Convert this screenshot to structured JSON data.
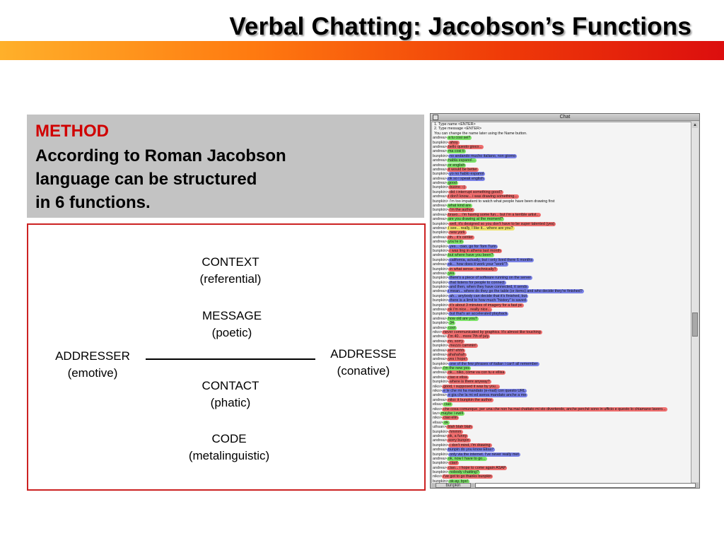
{
  "slide": {
    "title": "Verbal Chatting: Jacobson’s Functions"
  },
  "method": {
    "heading": "METHOD",
    "lines": [
      "According to Roman Jacobson",
      "language can be structured",
      "in 6 functions."
    ]
  },
  "diagram": {
    "context": [
      "CONTEXT",
      "(referential)"
    ],
    "message": [
      "MESSAGE",
      "(poetic)"
    ],
    "addresser": [
      "ADDRESSER",
      "(emotive)"
    ],
    "addresse": [
      "ADDRESSE",
      "(conative)"
    ],
    "contact": [
      "CONTACT",
      "(phatic)"
    ],
    "code": [
      "CODE",
      "(metalinguistic)"
    ]
  },
  "chat_window": {
    "title": "Chat",
    "name_button": "bunpkin",
    "input_value": "",
    "colors": {
      "green": "#7ee36a",
      "red": "#ef6e6e",
      "blue": "#7a82e8",
      "yellow": "#eee36a"
    },
    "messages": [
      {
        "user": "",
        "text": "1. Type name <ENTER>",
        "color": ""
      },
      {
        "user": "",
        "text": "2. Type message <ENTER>",
        "color": ""
      },
      {
        "user": "",
        "text": "You can change the name later using the Name button.",
        "color": ""
      },
      {
        "user": "andrea>",
        "text": "a tu cosi sei?",
        "color": "green"
      },
      {
        "user": "bunpkin>",
        "text": "ahoy",
        "color": "red"
      },
      {
        "user": "andrea>",
        "text": "bello questo gioco...",
        "color": "red"
      },
      {
        "user": "andrea>",
        "text": "ma cosi ti",
        "color": "green"
      },
      {
        "user": "bunpkin>",
        "text": "no andando mucho italiano, non giorno",
        "color": "blue"
      },
      {
        "user": "andrea>",
        "text": "habla espanol...",
        "color": "green"
      },
      {
        "user": "andrea>",
        "text": "or english",
        "color": "green"
      },
      {
        "user": "andrea>",
        "text": "it would be better",
        "color": "red"
      },
      {
        "user": "bunpkin>",
        "text": "yo no hablo espanol",
        "color": "blue"
      },
      {
        "user": "andrea>",
        "text": "ok so i speak english",
        "color": "blue"
      },
      {
        "user": "andrea>",
        "text": "good",
        "color": "green"
      },
      {
        "user": "bunpkin>",
        "text": "buono :-)",
        "color": "red"
      },
      {
        "user": "bunpkin>",
        "text": "did i interrupt something good?",
        "color": "red"
      },
      {
        "user": "andrea>",
        "text": "I don't know... i was drawing something...",
        "color": "red"
      },
      {
        "user": "bunpkin>",
        "text": "i'm too impatient to watch what people have been drawing first",
        "color": ""
      },
      {
        "user": "andrea>",
        "text": "what kind are",
        "color": "green"
      },
      {
        "user": "bunpkin>",
        "text": "i'm the author",
        "color": "red"
      },
      {
        "user": "andrea>",
        "text": "bravo... i'm having some fun... but i'm a terrible artist...",
        "color": "red"
      },
      {
        "user": "andrea>",
        "text": "are you drawing at the moment?",
        "color": "green"
      },
      {
        "user": "bunpkin>",
        "text": "well, it's designed so you don't have to be super talented (yes)",
        "color": "red"
      },
      {
        "user": "andrea>",
        "text": "I see... really, I like it... where are you?",
        "color": "yellow"
      },
      {
        "user": "bunpkin>",
        "text": "new york",
        "color": "red"
      },
      {
        "user": "andrea>",
        "text": "oh... it's center",
        "color": "red"
      },
      {
        "user": "andrea>",
        "text": "you're in",
        "color": "green"
      },
      {
        "user": "bunpkin>",
        "text": "yes... ciao, go for Tom Turin",
        "color": "blue"
      },
      {
        "user": "bunpkin>",
        "text": "i was ling in athens last month",
        "color": "red"
      },
      {
        "user": "andrea>",
        "text": "but where have you been?",
        "color": "green"
      },
      {
        "user": "bunpkin>",
        "text": "california, actually, but i only lived there 6 months",
        "color": "blue"
      },
      {
        "user": "andrea>",
        "text": "ok... how does it work your \"work\"?",
        "color": "blue"
      },
      {
        "user": "bunpkin>",
        "text": "in what sense...technically?",
        "color": "red"
      },
      {
        "user": "andrea>",
        "text": "yes",
        "color": "green"
      },
      {
        "user": "bunpkin>",
        "text": "there's a piece of software running on the server",
        "color": "blue"
      },
      {
        "user": "bunpkin>",
        "text": "that listens for people to connect",
        "color": "blue"
      },
      {
        "user": "bunpkin>",
        "text": "and then, when they have connected, it sends",
        "color": "blue"
      },
      {
        "user": "andrea>",
        "text": "i mean... where do they go the table (or items) and who decide they're finished?",
        "color": "blue"
      },
      {
        "user": "bunpkin>",
        "text": "ah... anybody can decide that it's finished, but",
        "color": "blue"
      },
      {
        "user": "bunpkin>",
        "text": "there is a limit to how much \"history\" is saved",
        "color": "blue"
      },
      {
        "user": "bunpkin>",
        "text": "it's about 3 minutes of imagery for a fast pc",
        "color": "red"
      },
      {
        "user": "andrea>",
        "text": "ok i'm nice... really nice...",
        "color": "red"
      },
      {
        "user": "bunpkin>",
        "text": "but that's an accelerated playback",
        "color": "blue"
      },
      {
        "user": "andrea>",
        "text": "how old are you?",
        "color": "green"
      },
      {
        "user": "bunpkin>",
        "text": "34",
        "color": "green"
      },
      {
        "user": "andrea>",
        "text": "cool",
        "color": "green"
      },
      {
        "user": "niko>",
        "text": "never communicated by graphics. It's almost like touching",
        "color": "red"
      },
      {
        "user": "andrea>",
        "text": "I'm 40... more 7th of july",
        "color": "red"
      },
      {
        "user": "andrea>",
        "text": "no, sorry",
        "color": "red"
      },
      {
        "user": "bunpkin>",
        "text": "mezzo cammin!",
        "color": "red"
      },
      {
        "user": "andrea>",
        "text": "eh!! ehhh",
        "color": "red"
      },
      {
        "user": "andrea>",
        "text": "ahahahah",
        "color": "red"
      },
      {
        "user": "andrea>",
        "text": "yes i hope!",
        "color": "red"
      },
      {
        "user": "bunpkin>",
        "text": "one of the few phrases of italian i can't all remember",
        "color": "blue"
      },
      {
        "user": "niko>",
        "text": "i'm the new yes",
        "color": "green"
      },
      {
        "user": "andrea>",
        "text": "ok... niko, come va con tu e ellisa",
        "color": "red"
      },
      {
        "user": "andrea>",
        "text": "ciao e elisa",
        "color": "red"
      },
      {
        "user": "bunpkin>",
        "text": "where is there anyway?",
        "color": "red"
      },
      {
        "user": "niko>",
        "text": "good, i supposed it was by you...",
        "color": "red"
      },
      {
        "user": "niko>",
        "text": "e le che mi ha mandato (e-mail) con questo URL",
        "color": "blue"
      },
      {
        "user": "andrea>",
        "text": "e gia che la mi ed aveva mandato anche a me",
        "color": "blue"
      },
      {
        "user": "andrea>",
        "text": "niko: it bunpkin the author",
        "color": "red"
      },
      {
        "user": "elisa>",
        "text": "ciao",
        "color": "green"
      },
      {
        "user": "niko>",
        "text": "che cosa comunque, per una che non ha mai chattato mi sto divertendo, anche perché sono in ufficio e questo lo chiamano lavoro...",
        "color": "red"
      },
      {
        "user": "lav>",
        "text": "maybe i ewill",
        "color": "green"
      },
      {
        "user": "niko>",
        "text": "ciao elin",
        "color": "red"
      },
      {
        "user": "elisa>",
        "text": "ok",
        "color": "green"
      },
      {
        "user": "uthsan>",
        "text": "blah blah blah",
        "color": "red"
      },
      {
        "user": "bunpkin>",
        "text": "hmmm",
        "color": "red"
      },
      {
        "user": "andrea>",
        "text": "ok, a funny",
        "color": "red"
      },
      {
        "user": "andrea>",
        "text": "sorry bunpin",
        "color": "red"
      },
      {
        "user": "bunpkin>",
        "text": "i don't mind, i'm drawing",
        "color": "red"
      },
      {
        "user": "andrea>",
        "text": "bunpin do you know Elisa?",
        "color": "blue"
      },
      {
        "user": "bunpkin>",
        "text": "only via the internet. I've never really met",
        "color": "blue"
      },
      {
        "user": "andrea>",
        "text": "ok, now I have to go...",
        "color": "green"
      },
      {
        "user": "bunpkin>",
        "text": "ciao!",
        "color": "red"
      },
      {
        "user": "andrea>",
        "text": "ciao... i hope to come again ASAP",
        "color": "red"
      },
      {
        "user": "bunpkin>",
        "text": "nobody chatting?",
        "color": "green"
      },
      {
        "user": "niko>",
        "text": "i've got to go thanks bunpkin",
        "color": "red"
      },
      {
        "user": "bunpkin>",
        "text": "ok-ay. bye!",
        "color": "green"
      }
    ]
  }
}
